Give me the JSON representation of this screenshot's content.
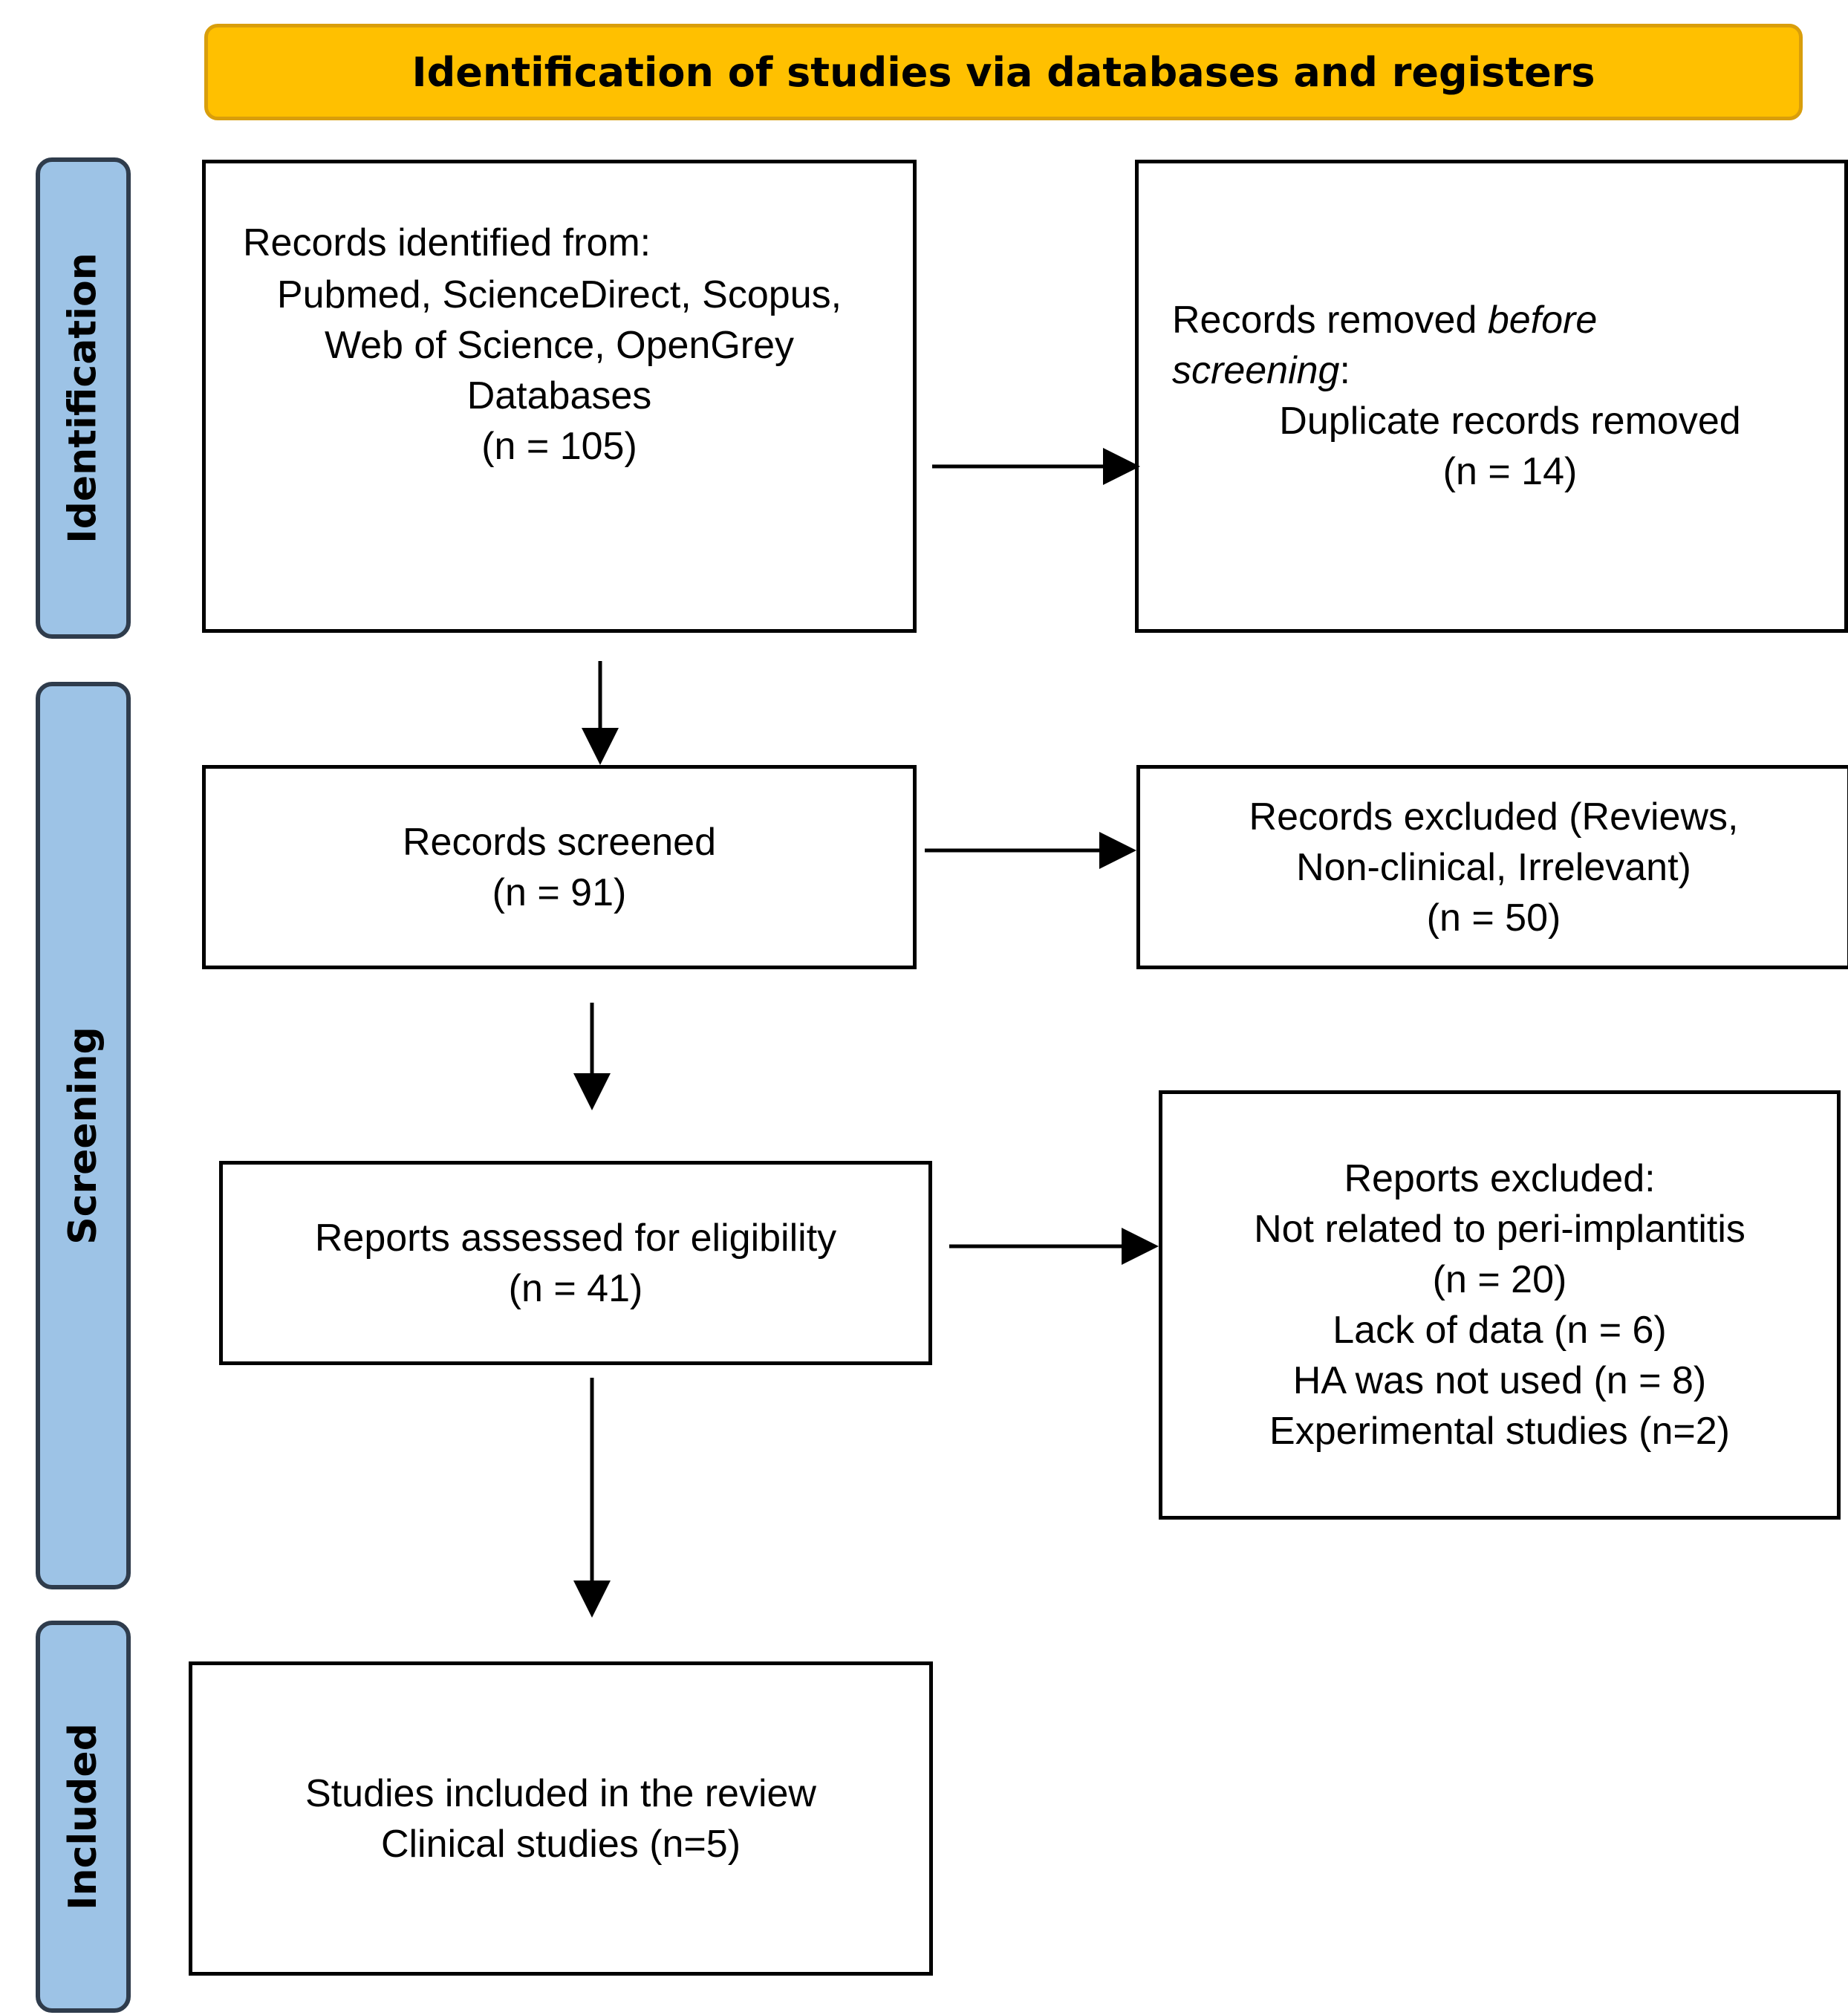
{
  "header": {
    "title": "Identification of studies via databases and registers"
  },
  "stages": {
    "identification": "Identification",
    "screening": "Screening",
    "included": "Included"
  },
  "records_identified": {
    "intro": "Records identified  from:",
    "line2": "Pubmed, ScienceDirect, Scopus,",
    "line3": "Web of Science, OpenGrey",
    "line4": "Databases",
    "count": "(n = 105)"
  },
  "records_removed": {
    "intro_plain": "Records removed ",
    "intro_italic": "before",
    "line2_italic": "screening",
    "line2_colon": ":",
    "line3": "Duplicate records removed",
    "count": "(n = 14)"
  },
  "records_screened": {
    "label": "Records screened",
    "count": "(n = 91)"
  },
  "records_excluded": {
    "line1": "Records excluded  (Reviews,",
    "line2": "Non-clinical,  Irrelevant)",
    "count": "(n = 50)"
  },
  "reports_assessed": {
    "label": "Reports assessed for eligibility",
    "count": "(n = 41)"
  },
  "reports_excluded": {
    "title": "Reports excluded:",
    "reason1": "Not related to peri-implantitis",
    "reason1_count": "(n = 20)",
    "reason2": "Lack of data  (n = 6)",
    "reason3": "HA was not used (n = 8)",
    "reason4": "Experimental  studies (n=2)"
  },
  "studies_included": {
    "line1": "Studies included in the review",
    "line2": "Clinical studies (n=5)"
  },
  "colors": {
    "header_fill": "#ffc000",
    "stage_fill": "#9dc3e6"
  }
}
